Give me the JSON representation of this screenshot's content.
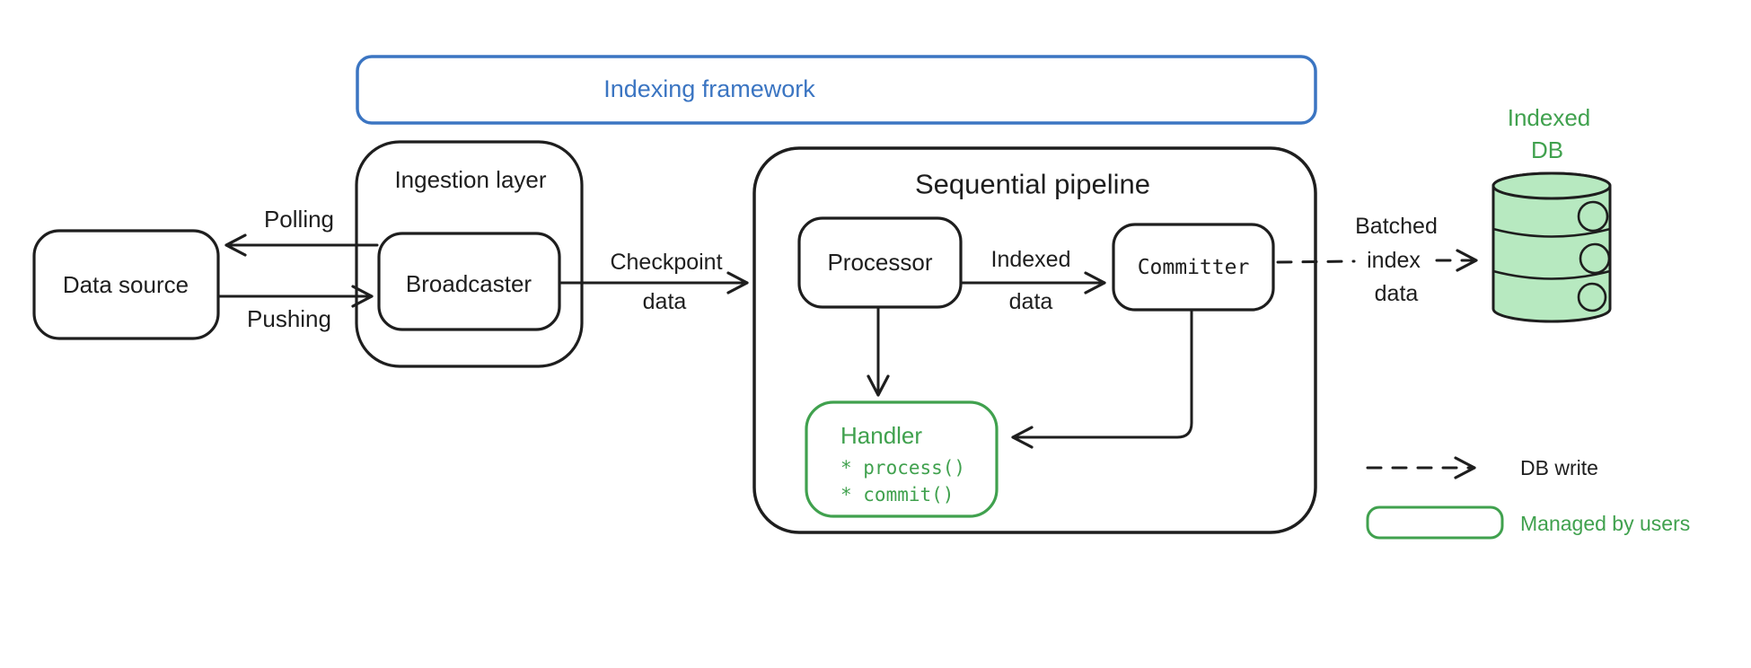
{
  "frame": {
    "label": "Indexing framework"
  },
  "boxes": {
    "data_source": "Data source",
    "ingestion_layer": "Ingestion layer",
    "broadcaster": "Broadcaster",
    "pipeline": "Sequential pipeline",
    "processor": "Processor",
    "committer": "Committer"
  },
  "handler": {
    "title": "Handler",
    "methods": [
      "* process()",
      "* commit()"
    ]
  },
  "db": {
    "label": [
      "Indexed",
      "DB"
    ]
  },
  "edges": {
    "polling": "Polling",
    "pushing": "Pushing",
    "checkpoint": [
      "Checkpoint",
      "data"
    ],
    "indexed": [
      "Indexed",
      "data"
    ],
    "batched": [
      "Batched",
      "index",
      "data"
    ]
  },
  "legend": {
    "db_write": "DB write",
    "managed": "Managed by users"
  },
  "colors": {
    "ink": "#1e1e1e",
    "blue": "#3b75c2",
    "green": "#40a14e",
    "green_fill": "#b7e9c0",
    "background": "#ffffff"
  }
}
